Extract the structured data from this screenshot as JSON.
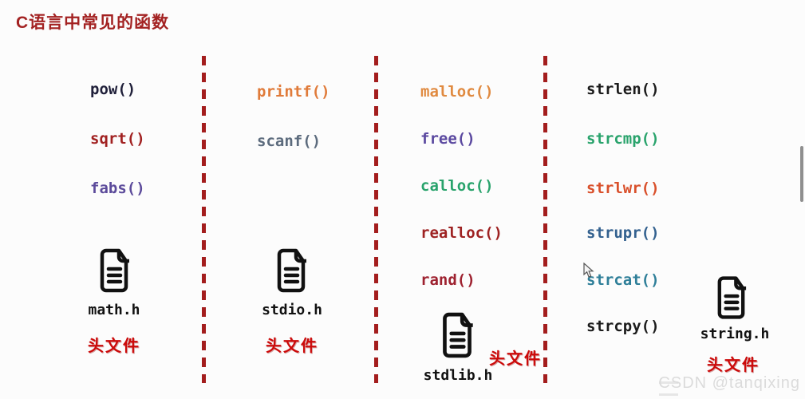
{
  "title": "C语言中常见的函数",
  "watermark": "CSDN @tanqixing",
  "colors": {
    "title": "#A32222",
    "divider": "#A31D1D",
    "header_label": "#CC0A0A",
    "background": "#FCFCFC"
  },
  "columns": [
    {
      "file": "math.h",
      "header_label": "头文件",
      "functions": [
        {
          "name": "pow()",
          "color": "#20203A"
        },
        {
          "name": "sqrt()",
          "color": "#A12121"
        },
        {
          "name": "fabs()",
          "color": "#5C4B9B"
        }
      ]
    },
    {
      "file": "stdio.h",
      "header_label": "头文件",
      "functions": [
        {
          "name": "printf()",
          "color": "#E07B3A"
        },
        {
          "name": "scanf()",
          "color": "#5C6B7D"
        }
      ]
    },
    {
      "file": "stdlib.h",
      "header_label": "头文件",
      "functions": [
        {
          "name": "malloc()",
          "color": "#E08A40"
        },
        {
          "name": "free()",
          "color": "#5B49A0"
        },
        {
          "name": "calloc()",
          "color": "#29A36C"
        },
        {
          "name": "realloc()",
          "color": "#9E2222"
        },
        {
          "name": "rand()",
          "color": "#9E2230"
        }
      ]
    },
    {
      "file": "string.h",
      "header_label": "头文件",
      "functions": [
        {
          "name": "strlen()",
          "color": "#1B1B1B"
        },
        {
          "name": "strcmp()",
          "color": "#29A36C"
        },
        {
          "name": "strlwr()",
          "color": "#D9502B"
        },
        {
          "name": "strupr()",
          "color": "#33618F"
        },
        {
          "name": "strcat()",
          "color": "#2F7F99"
        },
        {
          "name": "strcpy()",
          "color": "#1B1B1B"
        }
      ]
    }
  ]
}
